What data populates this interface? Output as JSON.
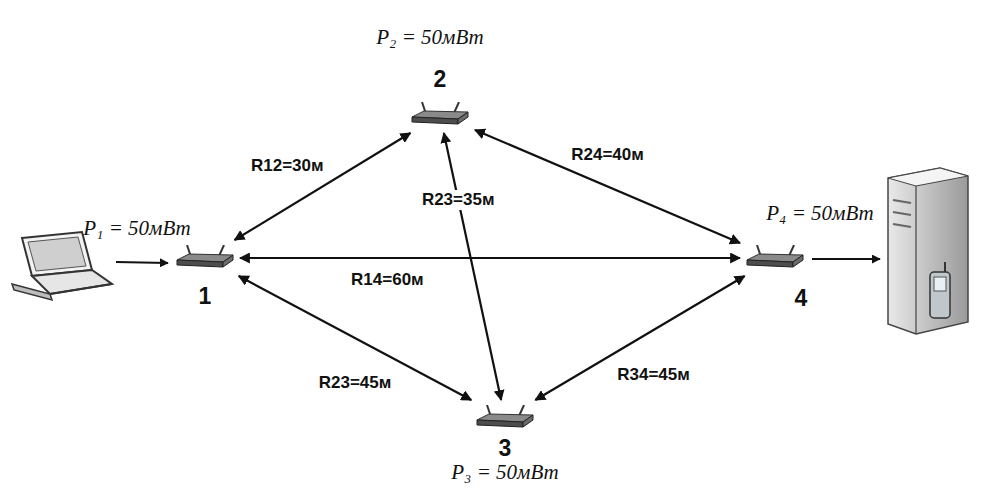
{
  "diagram": {
    "nodes": [
      {
        "text": [
          "1",
          "P₁ = 50мВт"
        ]
      },
      {
        "text": [
          "2",
          "P₂ = 50мВт"
        ]
      },
      {
        "text": [
          "3",
          "P₃ = 50мВт"
        ]
      },
      {
        "text": [
          "4",
          "P₄ = 50мВт"
        ]
      }
    ],
    "edges": [
      {
        "from": 0,
        "to": 1,
        "arrow": "both",
        "label": "R12=30м"
      },
      {
        "from": 1,
        "to": 3,
        "arrow": "both",
        "label": "R24=40м"
      },
      {
        "from": 1,
        "to": 2,
        "arrow": "both",
        "label": "R23=35м"
      },
      {
        "from": 0,
        "to": 3,
        "arrow": "both",
        "label": "R14=60м"
      },
      {
        "from": 0,
        "to": 2,
        "arrow": "both",
        "label": "R23=45м"
      },
      {
        "from": 2,
        "to": 3,
        "arrow": "both",
        "label": "R34=45м"
      }
    ]
  }
}
